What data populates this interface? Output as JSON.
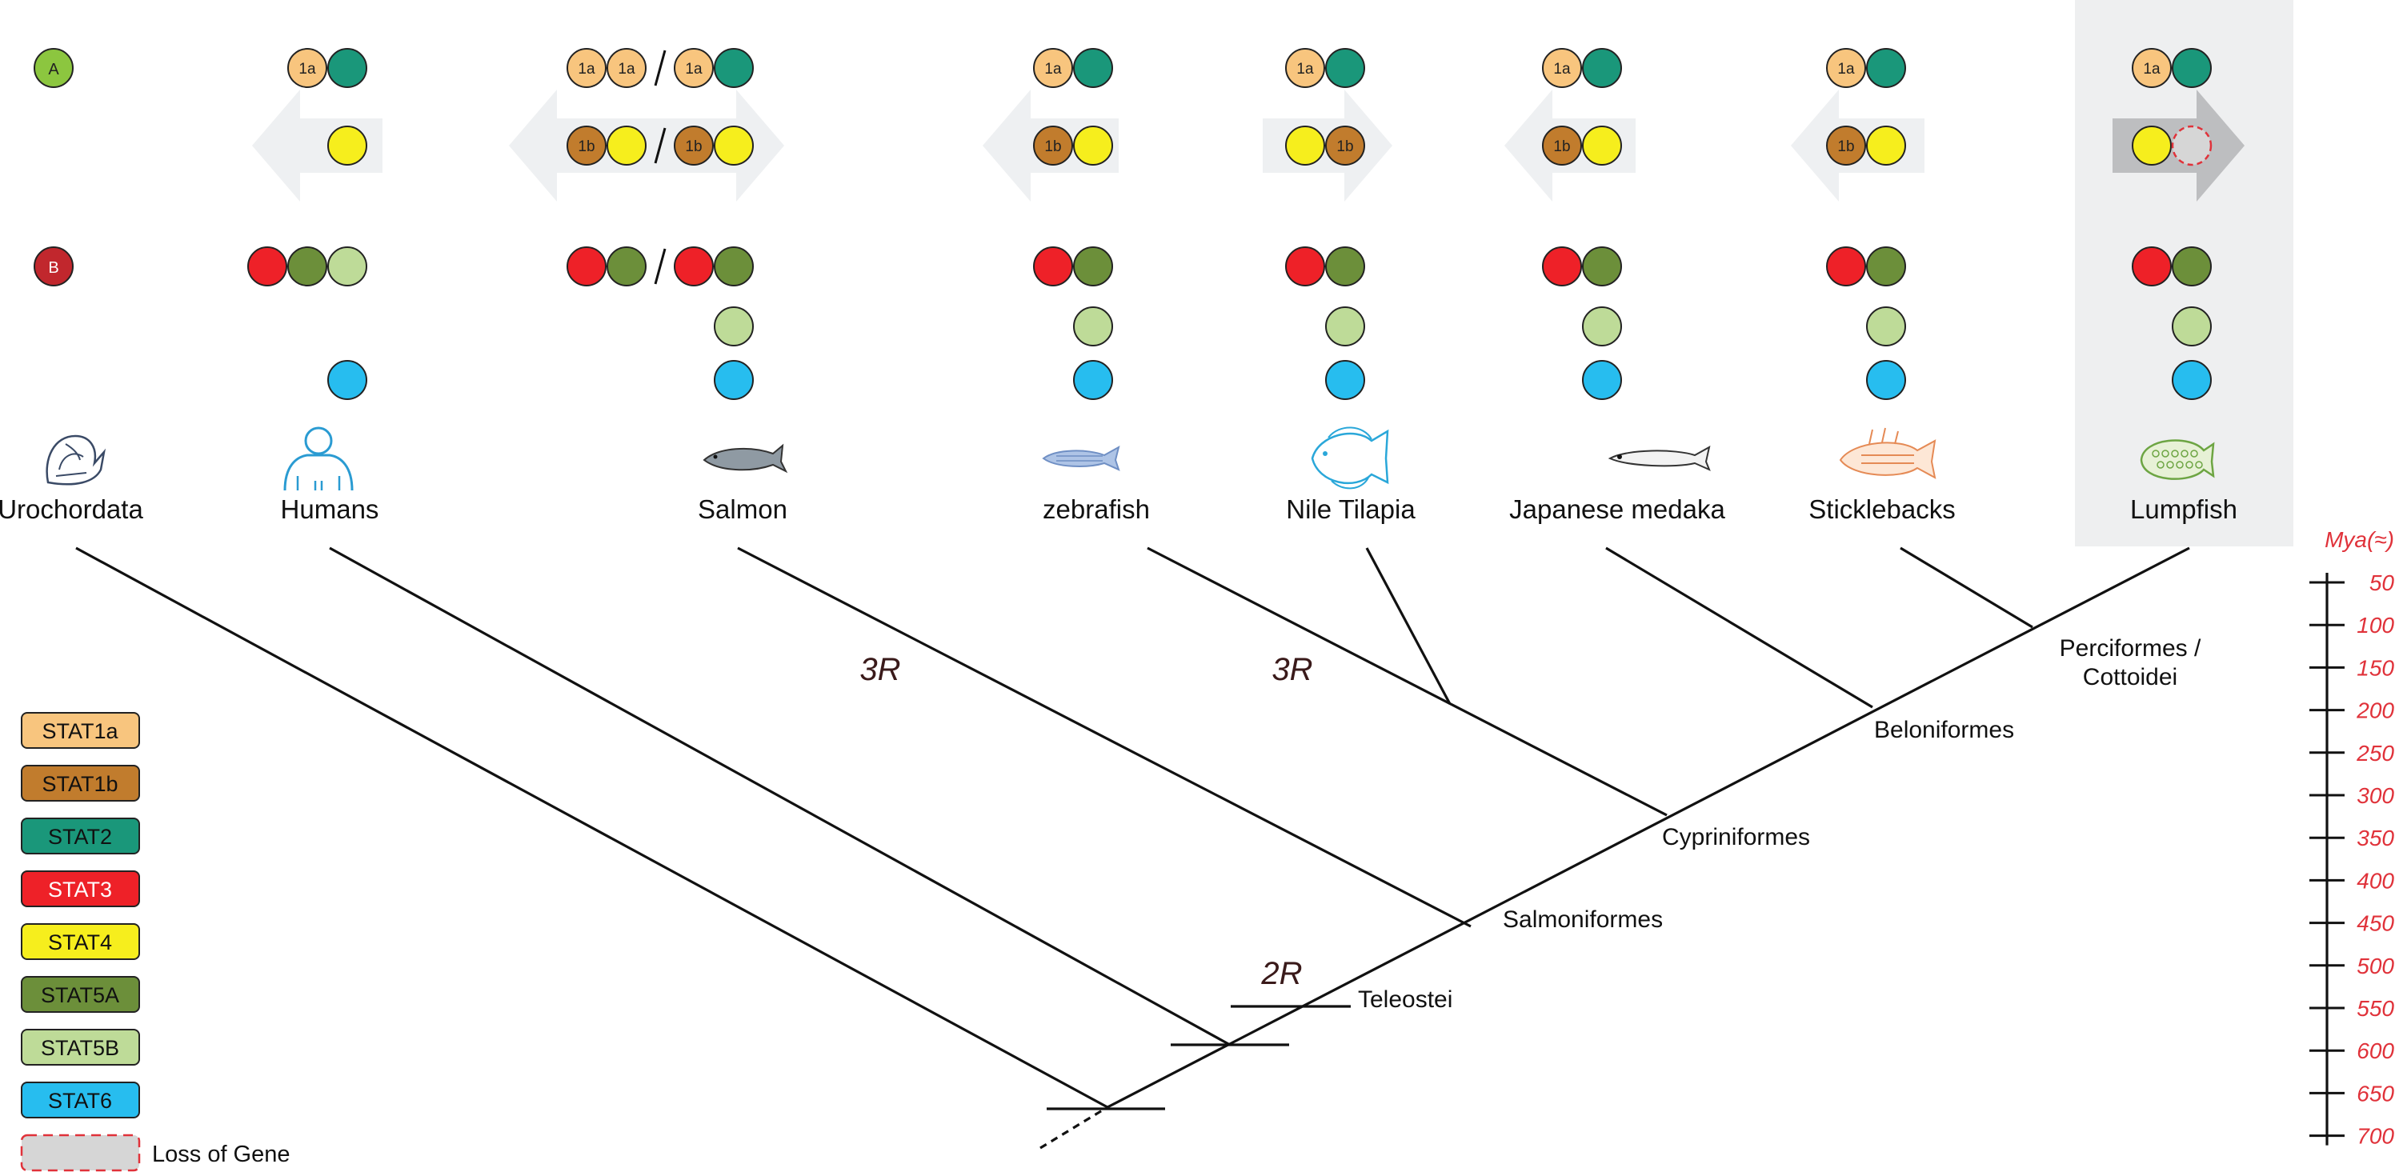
{
  "colors": {
    "STAT1a": "#F8C57E",
    "STAT1b": "#C17C2D",
    "STAT2": "#1A977A",
    "STAT3": "#EE2128",
    "STAT4": "#F6EE1D",
    "STAT5A": "#6C8F3A",
    "STAT5B": "#BEDB98",
    "STAT6": "#27BDEF",
    "groupA": "#8CC63F",
    "groupB": "#C1272D",
    "loss": "#D6D6D6",
    "loss_border": "#E0323A",
    "axis": "#E0323A",
    "tree": "#111111",
    "highlight": "#EEEFF0",
    "arrow": "#EEF0F2",
    "arrow_dark": "#BDBEC0"
  },
  "groups": [
    {
      "id": "A",
      "label": "A"
    },
    {
      "id": "B",
      "label": "B"
    }
  ],
  "gene_labels": {
    "STAT1a": "1a",
    "STAT1b": "1b"
  },
  "species": [
    {
      "id": "uro",
      "name": "Urochordata",
      "icon": "tunicate-icon"
    },
    {
      "id": "hum",
      "name": "Humans",
      "icon": "human-icon"
    },
    {
      "id": "sal",
      "name": "Salmon",
      "icon": "salmon-icon"
    },
    {
      "id": "zeb",
      "name": "zebrafish",
      "icon": "zebrafish-icon"
    },
    {
      "id": "til",
      "name": "Nile Tilapia",
      "icon": "tilapia-icon"
    },
    {
      "id": "med",
      "name": "Japanese  medaka",
      "icon": "medaka-icon"
    },
    {
      "id": "sti",
      "name": "Sticklebacks",
      "icon": "stickleback-icon"
    },
    {
      "id": "lum",
      "name": "Lumpfish",
      "icon": "lumpfish-icon"
    }
  ],
  "gene_rows": {
    "hum": {
      "a1": [
        [
          "STAT1a",
          "STAT2"
        ]
      ],
      "a2": [
        [
          "STAT4"
        ]
      ],
      "b1": [
        [
          "STAT3",
          "STAT5A",
          "STAT5B"
        ]
      ],
      "b2": [],
      "b3": [
        [
          "STAT6"
        ]
      ]
    },
    "sal": {
      "a1": [
        [
          "STAT1a",
          "STAT1a"
        ],
        [
          "STAT1a",
          "STAT2"
        ]
      ],
      "a2": [
        [
          "STAT1b",
          "STAT4"
        ],
        [
          "STAT1b",
          "STAT4"
        ]
      ],
      "b1": [
        [
          "STAT3",
          "STAT5A"
        ],
        [
          "STAT3",
          "STAT5A"
        ]
      ],
      "b2": [
        [
          "STAT5B"
        ]
      ],
      "b3": [
        [
          "STAT6"
        ]
      ]
    },
    "zeb": {
      "a1": [
        [
          "STAT1a",
          "STAT2"
        ]
      ],
      "a2": [
        [
          "STAT1b",
          "STAT4"
        ]
      ],
      "b1": [
        [
          "STAT3",
          "STAT5A"
        ]
      ],
      "b2": [
        [
          "STAT5B"
        ]
      ],
      "b3": [
        [
          "STAT6"
        ]
      ]
    },
    "til": {
      "a1": [
        [
          "STAT1a",
          "STAT2"
        ]
      ],
      "a2": [
        [
          "STAT4",
          "STAT1b"
        ]
      ],
      "b1": [
        [
          "STAT3",
          "STAT5A"
        ]
      ],
      "b2": [
        [
          "STAT5B"
        ]
      ],
      "b3": [
        [
          "STAT6"
        ]
      ]
    },
    "med": {
      "a1": [
        [
          "STAT1a",
          "STAT2"
        ]
      ],
      "a2": [
        [
          "STAT1b",
          "STAT4"
        ]
      ],
      "b1": [
        [
          "STAT3",
          "STAT5A"
        ]
      ],
      "b2": [
        [
          "STAT5B"
        ]
      ],
      "b3": [
        [
          "STAT6"
        ]
      ]
    },
    "sti": {
      "a1": [
        [
          "STAT1a",
          "STAT2"
        ]
      ],
      "a2": [
        [
          "STAT1b",
          "STAT4"
        ]
      ],
      "b1": [
        [
          "STAT3",
          "STAT5A"
        ]
      ],
      "b2": [
        [
          "STAT5B"
        ]
      ],
      "b3": [
        [
          "STAT6"
        ]
      ]
    },
    "lum": {
      "a1": [
        [
          "STAT1a",
          "STAT2"
        ]
      ],
      "a2": [
        [
          "STAT4",
          "LOSS"
        ]
      ],
      "b1": [
        [
          "STAT3",
          "STAT5A"
        ]
      ],
      "b2": [
        [
          "STAT5B"
        ]
      ],
      "b3": [
        [
          "STAT6"
        ]
      ]
    }
  },
  "arrow_direction": {
    "hum": "left",
    "sal": "both",
    "zeb": "left",
    "til": "right",
    "med": "left",
    "sti": "left",
    "lum": "right"
  },
  "clades": [
    {
      "id": "teleostei",
      "label": "Teleostei"
    },
    {
      "id": "salmoniformes",
      "label": "Salmoniformes"
    },
    {
      "id": "cypriniformes",
      "label": "Cypriniformes"
    },
    {
      "id": "beloniformes",
      "label": "Beloniformes"
    },
    {
      "id": "perciformes",
      "label": "Perciformes /",
      "label2": "Cottoidei"
    }
  ],
  "duplications": [
    {
      "id": "2r",
      "label": "2R"
    },
    {
      "id": "3r-salmon",
      "label": "3R"
    },
    {
      "id": "3r-zebrafish",
      "label": "3R"
    }
  ],
  "legend": [
    {
      "key": "STAT1a",
      "label": "STAT1a",
      "text_color": "#111111"
    },
    {
      "key": "STAT1b",
      "label": "STAT1b",
      "text_color": "#111111"
    },
    {
      "key": "STAT2",
      "label": "STAT2",
      "text_color": "#111111"
    },
    {
      "key": "STAT3",
      "label": "STAT3",
      "text_color": "#ffffff"
    },
    {
      "key": "STAT4",
      "label": "STAT4",
      "text_color": "#111111"
    },
    {
      "key": "STAT5A",
      "label": "STAT5A",
      "text_color": "#111111"
    },
    {
      "key": "STAT5B",
      "label": "STAT5B",
      "text_color": "#111111"
    },
    {
      "key": "STAT6",
      "label": "STAT6",
      "text_color": "#111111"
    },
    {
      "key": "loss",
      "label": "",
      "text_color": "#111111"
    }
  ],
  "legend_loss_label": "Loss of Gene",
  "timescale": {
    "title": "Mya(≈)",
    "ticks": [
      50,
      100,
      150,
      200,
      250,
      300,
      350,
      400,
      450,
      500,
      550,
      600,
      650,
      700
    ]
  }
}
